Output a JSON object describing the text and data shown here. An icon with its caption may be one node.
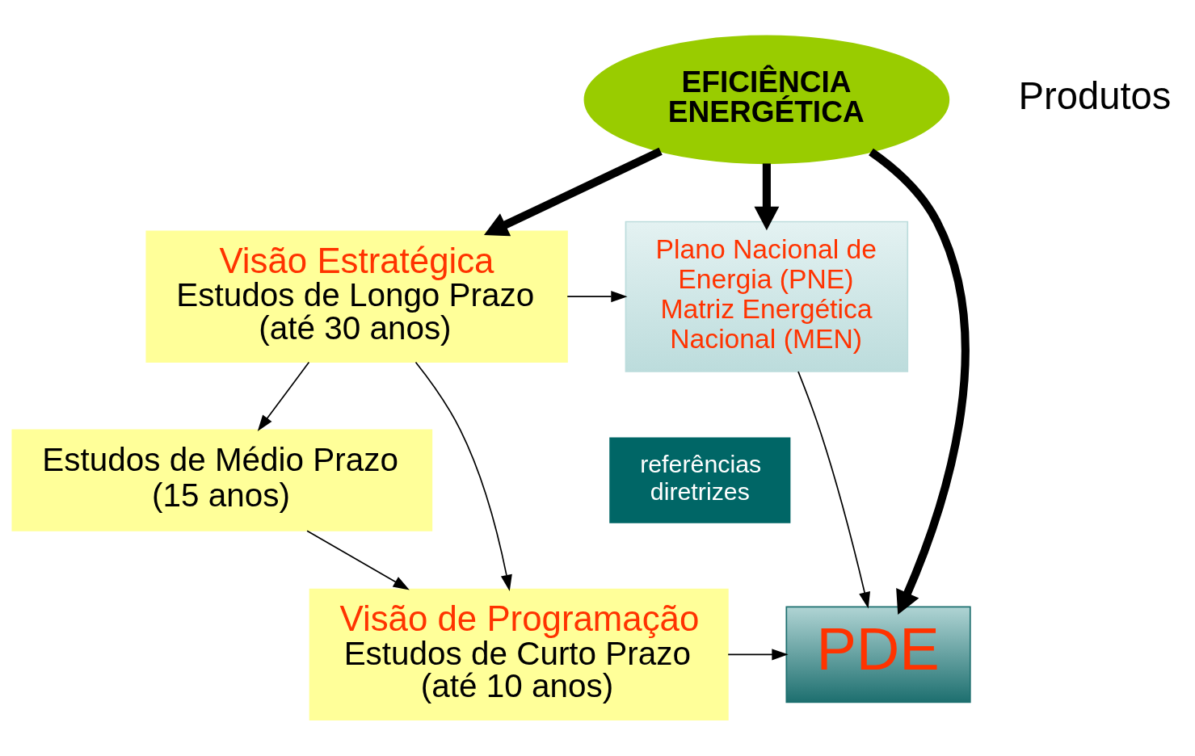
{
  "diagram": {
    "nodes": [
      {
        "text": [
          "EFICIÊNCIA ENERGÉTICA"
        ]
      },
      {
        "text": [
          "Visão Estratégica",
          "Estudos de Longo Prazo (até 30 anos)"
        ]
      },
      {
        "text": [
          "Estudos de Médio Prazo (15 anos)"
        ]
      },
      {
        "text": [
          "Visão de Programação",
          "Estudos de Curto Prazo (até 10 anos)"
        ]
      },
      {
        "text": [
          "Plano Nacional de Energia (PNE) Matriz Energética Nacional (MEN)"
        ]
      },
      {
        "text": [
          "referências diretrizes"
        ]
      },
      {
        "text": [
          "PDE"
        ]
      }
    ],
    "edges": [
      {
        "from": 0,
        "to": 1,
        "arrow": "to",
        "style": "thick"
      },
      {
        "from": 0,
        "to": 6,
        "arrow": "to",
        "style": "thick"
      },
      {
        "from": 0,
        "to": 4,
        "arrow": "to",
        "style": "thick"
      },
      {
        "from": 1,
        "to": 4,
        "arrow": "to"
      },
      {
        "from": 1,
        "to": 2,
        "arrow": "to"
      },
      {
        "from": 1,
        "to": 3,
        "arrow": "to"
      },
      {
        "from": 2,
        "to": 3,
        "arrow": "to"
      },
      {
        "from": 3,
        "to": 6,
        "arrow": "to"
      },
      {
        "from": 4,
        "to": 6,
        "arrow": "to"
      }
    ],
    "labels": [
      "Produtos"
    ]
  }
}
